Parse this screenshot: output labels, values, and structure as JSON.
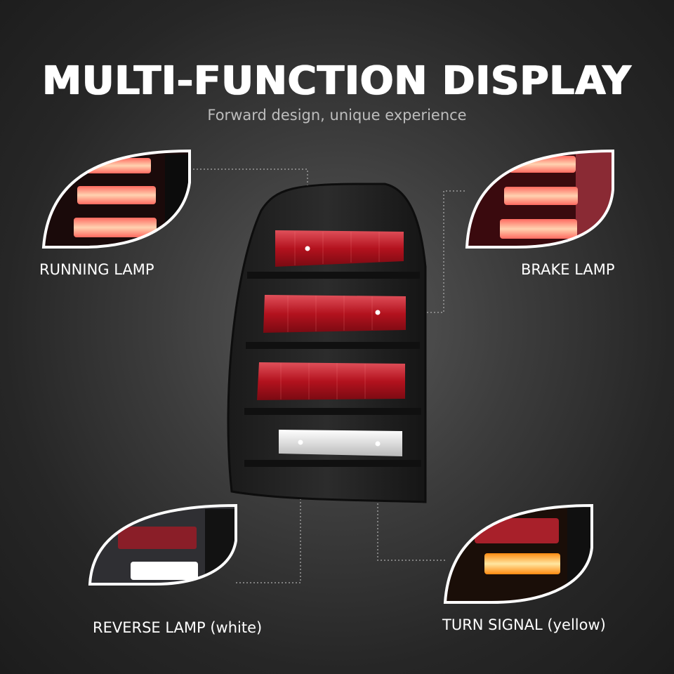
{
  "header": {
    "title": "MULTI-FUNCTION DISPLAY",
    "subtitle": "Forward design, unique experience"
  },
  "callouts": {
    "running": {
      "label": "RUNNING LAMP"
    },
    "brake": {
      "label": "BRAKE LAMP"
    },
    "reverse": {
      "label": "REVERSE LAMP (white)"
    },
    "turn": {
      "label": "TURN SIGNAL (yellow)"
    }
  },
  "colors": {
    "background": "#2a2a2a",
    "lens_red": "#c4202a",
    "lens_white": "#e8e8e8",
    "turn_amber": "#ffa020",
    "frame_outline": "#ffffff",
    "leader_line": "#9a9a9a"
  }
}
